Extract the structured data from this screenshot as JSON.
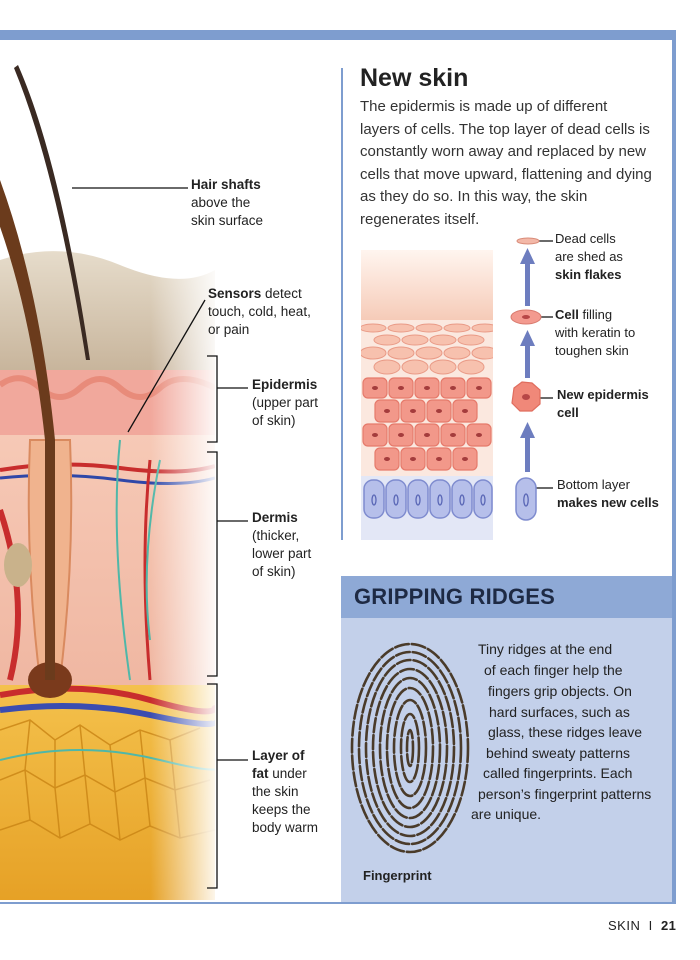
{
  "page": {
    "section": "SKIN",
    "separator": "I",
    "page_number": "21"
  },
  "illustration_labels": {
    "hair_bold": "Hair shafts",
    "hair_l2": "above the",
    "hair_l3": "skin surface",
    "sensors_bold": "Sensors",
    "sensors_l1_rest": " detect",
    "sensors_l2": "touch, cold, heat,",
    "sensors_l3": "or pain",
    "epidermis_bold": "Epidermis",
    "epidermis_l2": "(upper part",
    "epidermis_l3": "of skin)",
    "dermis_bold": "Dermis",
    "dermis_l2": "(thicker,",
    "dermis_l3": "lower part",
    "dermis_l4": "of skin)",
    "fat_bold1": "Layer of",
    "fat_bold2": "fat",
    "fat_l2_rest": " under",
    "fat_l3": "the skin",
    "fat_l4": "keeps the",
    "fat_l5": "body warm"
  },
  "new_skin": {
    "title": "New skin",
    "lines": [
      "The epidermis is made up of different",
      "layers of cells. The top layer of dead cells is",
      "constantly worn away and replaced by new",
      "cells that move upward, flattening and dying",
      "as they do so. In this way, the skin",
      "regenerates itself."
    ]
  },
  "cell_stages": {
    "dead_l1": "Dead cells",
    "dead_l2": "are shed as",
    "dead_bold": "skin flakes",
    "keratin_bold": "Cell",
    "keratin_l1_rest": " filling",
    "keratin_l2": "with keratin to",
    "keratin_l3": "toughen skin",
    "new_bold1": "New epidermis",
    "new_bold2": "cell",
    "bottom_l1": "Bottom layer",
    "bottom_bold": "makes new cells"
  },
  "gripping": {
    "title": "GRIPPING RIDGES",
    "lines": [
      "Tiny ridges at the end",
      "of each finger help the",
      "fingers grip objects. On",
      "hard surfaces, such as",
      "glass, these ridges leave",
      "behind sweaty patterns",
      "called fingerprints. Each",
      "person’s fingerprint patterns",
      "are unique."
    ],
    "caption": "Fingerprint"
  },
  "colors": {
    "accent_blue": "#7e9dcf",
    "panel_blue": "#c3d0ea",
    "header_blue": "#8ea9d6",
    "skin_pink": "#f4a79d",
    "fat_yellow": "#f2b233"
  }
}
